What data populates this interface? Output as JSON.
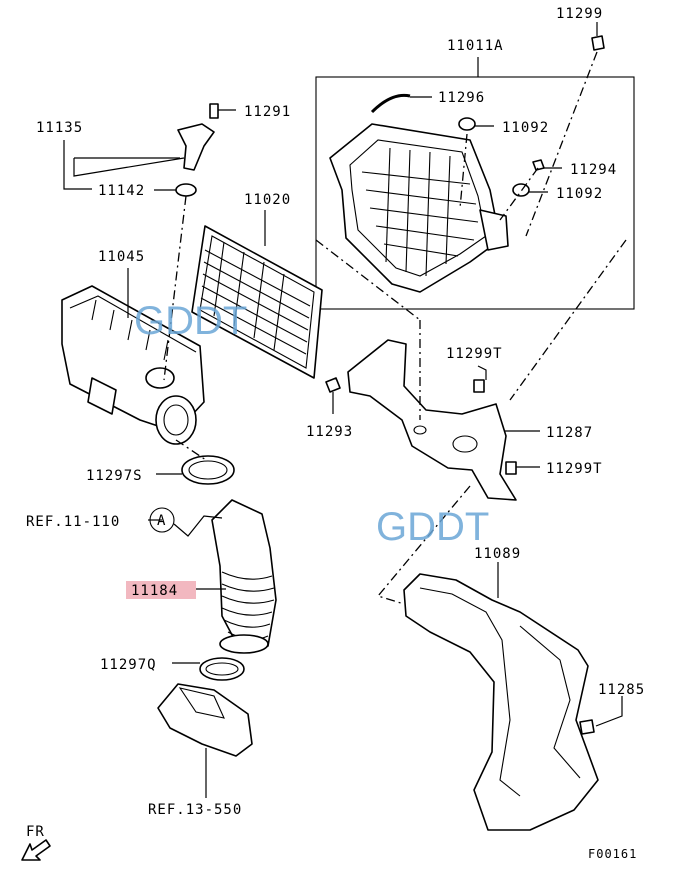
{
  "labels": {
    "p11299_top": "11299",
    "p11011A": "11011A",
    "p11296": "11296",
    "p11092_a": "11092",
    "p11294": "11294",
    "p11092_b": "11092",
    "p11135": "11135",
    "p11291": "11291",
    "p11142": "11142",
    "p11020": "11020",
    "p11045": "11045",
    "p11299T_a": "11299T",
    "p11293": "11293",
    "p11287": "11287",
    "p11299T_b": "11299T",
    "p11297S": "11297S",
    "ref_11_110": "REF.11-110",
    "circle_A": "A",
    "p11184": "11184",
    "p11089": "11089",
    "p11297Q": "11297Q",
    "p11285": "11285",
    "ref_13_550": "REF.13-550",
    "fr": "FR",
    "figure_code": "F00161"
  },
  "highlight_color": "#f2b8c0",
  "watermark": {
    "text_1": "GDDT",
    "text_2": "GDDT",
    "color": "#6aa6d6"
  },
  "icons": {
    "front_arrow": "arrow-down-left-icon"
  }
}
